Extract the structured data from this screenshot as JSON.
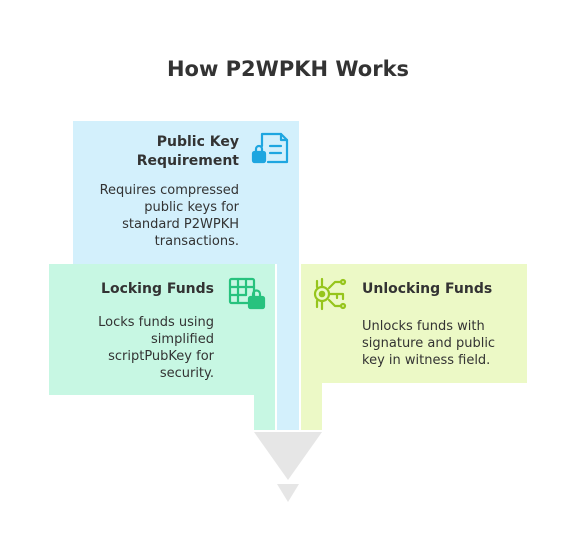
{
  "title": "How P2WPKH Works",
  "colors": {
    "blue_fill": "#d3f0fc",
    "blue_icon": "#1ea6e0",
    "green_fill": "#c7f7e3",
    "green_icon": "#27c27e",
    "lime_fill": "#ecf9c6",
    "lime_icon": "#96c51c",
    "funnel": "#e6e6e6"
  },
  "cards": {
    "public_key": {
      "title_line1": "Public Key",
      "title_line2": "Requirement",
      "body": [
        "Requires compressed",
        "public keys for",
        "standard P2WPKH",
        "transactions."
      ],
      "icon": "lock-document-icon"
    },
    "locking": {
      "title": "Locking Funds",
      "body": [
        "Locks funds using",
        "simplified",
        "scriptPubKey for",
        "security."
      ],
      "icon": "grid-lock-icon"
    },
    "unlocking": {
      "title": "Unlocking Funds",
      "body": [
        "Unlocks funds with",
        "signature and public",
        "key in witness field."
      ],
      "icon": "digital-key-icon"
    }
  }
}
